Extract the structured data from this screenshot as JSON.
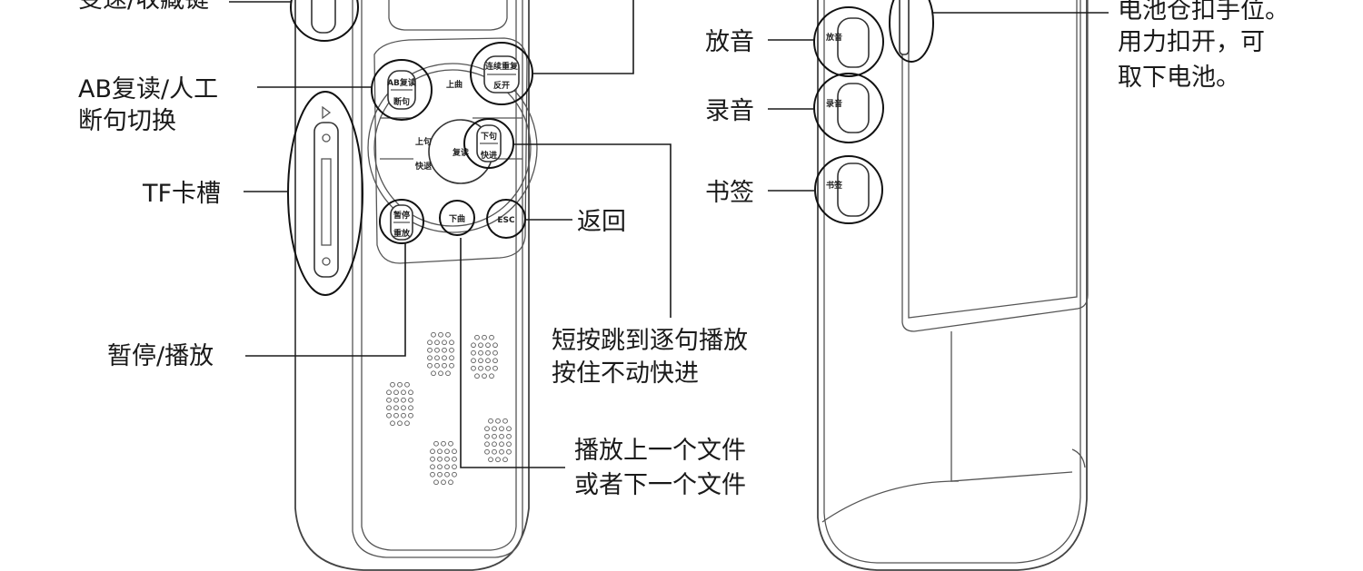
{
  "labels": {
    "speed_fav": "变速/收藏键",
    "ab_repeat_line1": "AB复读/人工",
    "ab_repeat_line2": "断句切换",
    "tf_slot": "TF卡槽",
    "pause_play": "暂停/播放",
    "back": "返回",
    "skip_line1": "短按跳到逐句播放",
    "skip_line2": "按住不动快进",
    "prevnext_line1": "播放上一个文件",
    "prevnext_line2": "或者下一个文件",
    "play_sound": "放音",
    "record": "录音",
    "bookmark": "书签",
    "battery_line1": "电池仓扣手位。",
    "battery_line2": "用力扣开，可",
    "battery_line3": "取下电池。"
  },
  "buttons": {
    "ab_top": "AB复读",
    "ab_bottom": "断句",
    "continuous_top": "连续重复",
    "continuous_bottom": "反开",
    "prev_track": "上曲",
    "center": "复读",
    "prev_sentence_top": "上句",
    "prev_sentence_bottom": "快退",
    "next_sentence_top": "下句",
    "next_sentence_bottom": "快进",
    "pause_top": "暂停",
    "pause_bottom": "重放",
    "next_track": "下曲",
    "esc": "ESC",
    "side_play": "放音",
    "side_record": "录音",
    "side_bookmark": "书签"
  }
}
